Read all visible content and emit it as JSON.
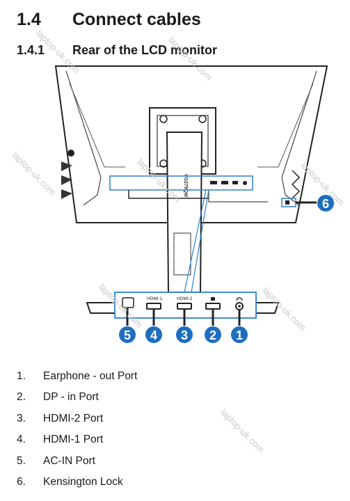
{
  "section": {
    "number": "1.4",
    "title": "Connect cables"
  },
  "subsection": {
    "number": "1.4.1",
    "title": "Rear of the LCD monitor"
  },
  "ports_panel": {
    "hdmi1": "HDMI-1",
    "hdmi2": "HDMI-2",
    "brand_vertical": "VG279QM"
  },
  "callouts": [
    "5",
    "4",
    "3",
    "2",
    "1",
    "6"
  ],
  "items": [
    {
      "num": "1.",
      "label": "Earphone - out Port"
    },
    {
      "num": "2.",
      "label": "DP - in Port"
    },
    {
      "num": "3.",
      "label": "HDMI-2 Port"
    },
    {
      "num": "4.",
      "label": "HDMI-1 Port"
    },
    {
      "num": "5.",
      "label": "AC-IN Port"
    },
    {
      "num": "6.",
      "label": "Kensington Lock"
    }
  ],
  "watermark": "laptop-uk.com",
  "colors": {
    "callout_blue": "#1e6ebf",
    "line_blue": "#2a7fd4",
    "text": "#1a1a1a"
  }
}
